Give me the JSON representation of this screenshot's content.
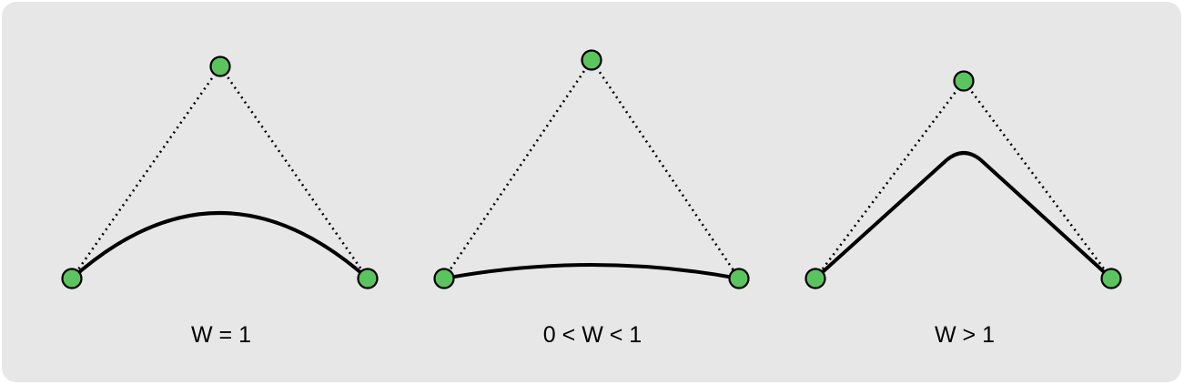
{
  "colors": {
    "background": "#e7e7e7",
    "control_point_fill": "#5cc45e",
    "stroke": "#000000"
  },
  "panels": [
    {
      "caption": "W = 1"
    },
    {
      "caption": "0 < W < 1"
    },
    {
      "caption": "W > 1"
    }
  ]
}
